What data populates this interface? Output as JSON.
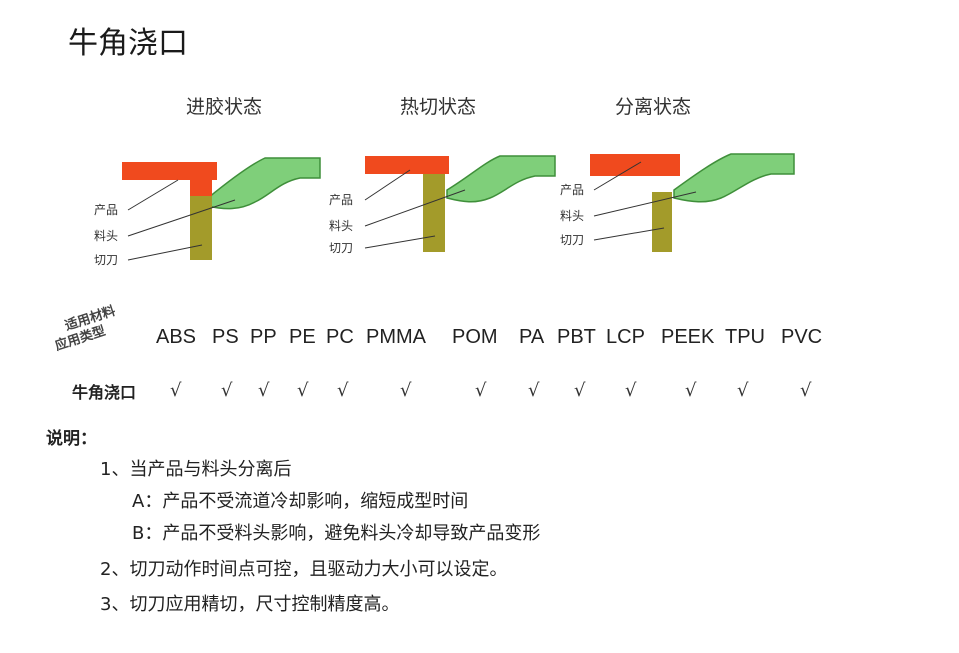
{
  "title": "牛角浇口",
  "states": [
    {
      "label": "进胶状态"
    },
    {
      "label": "热切状态"
    },
    {
      "label": "分离状态"
    }
  ],
  "diagram_labels": {
    "product": "产品",
    "runner": "料头",
    "cutter": "切刀"
  },
  "colors": {
    "product": "#f04a1e",
    "cutter": "#a39b2a",
    "runner": "#7fcf7a",
    "runner_stroke": "#3f8f3a"
  },
  "table": {
    "corner_line1": "适用材料",
    "corner_line2": "应用类型",
    "materials": [
      "ABS",
      "PS",
      "PP",
      "PE",
      "PC",
      "PMMA",
      "POM",
      "PA",
      "PBT",
      "LCP",
      "PEEK",
      "TPU",
      "PVC"
    ],
    "row_label": "牛角浇口",
    "checks": [
      "√",
      "√",
      "√",
      "√",
      "√",
      "√",
      "√",
      "√",
      "√",
      "√",
      "√",
      "√",
      "√"
    ]
  },
  "notes": {
    "heading": "说明：",
    "items": [
      "1、当产品与料头分离后",
      "A：产品不受流道冷却影响，缩短成型时间",
      "B：产品不受料头影响，避免料头冷却导致产品变形",
      "2、切刀动作时间点可控，且驱动力大小可以设定。",
      "3、切刀应用精切，尺寸控制精度高。"
    ]
  }
}
